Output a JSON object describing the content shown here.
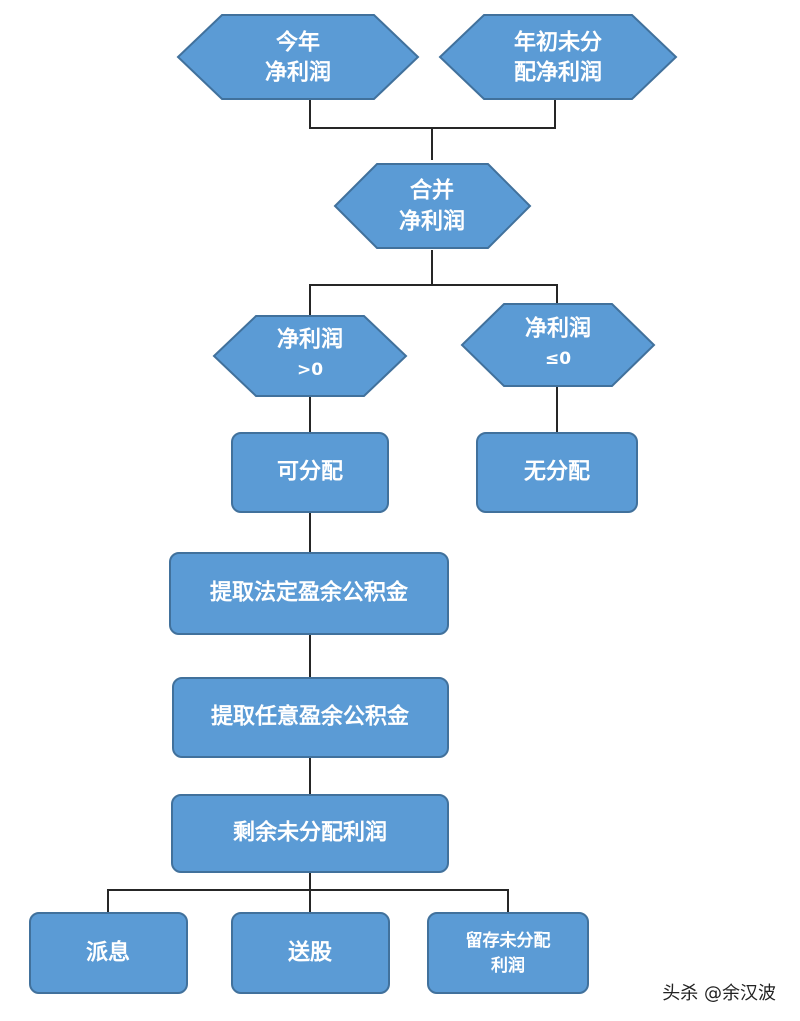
{
  "nodes": {
    "this_year_net_profit": {
      "line1": "今年",
      "line2": "净利润"
    },
    "beginning_undistributed_profit": {
      "line1": "年初未分",
      "line2": "配净利润"
    },
    "combined_net_profit": {
      "line1": "合并",
      "line2": "净利润"
    },
    "net_profit_positive": {
      "line1": "净利润",
      "line2": ">0"
    },
    "net_profit_non_positive": {
      "line1": "净利润",
      "line2": "≤0"
    },
    "distributable": {
      "label": "可分配"
    },
    "not_distributable": {
      "label": "无分配"
    },
    "statutory_surplus_reserve": {
      "label": "提取法定盈余公积金"
    },
    "discretionary_surplus_reserve": {
      "label": "提取任意盈余公积金"
    },
    "remaining_undistributed_profit": {
      "label": "剩余未分配利润"
    },
    "dividend": {
      "label": "派息"
    },
    "bonus_shares": {
      "label": "送股"
    },
    "retained_undistributed_profit": {
      "line1": "留存未分配",
      "line2": "利润"
    }
  },
  "watermark": "头杀 @余汉波"
}
